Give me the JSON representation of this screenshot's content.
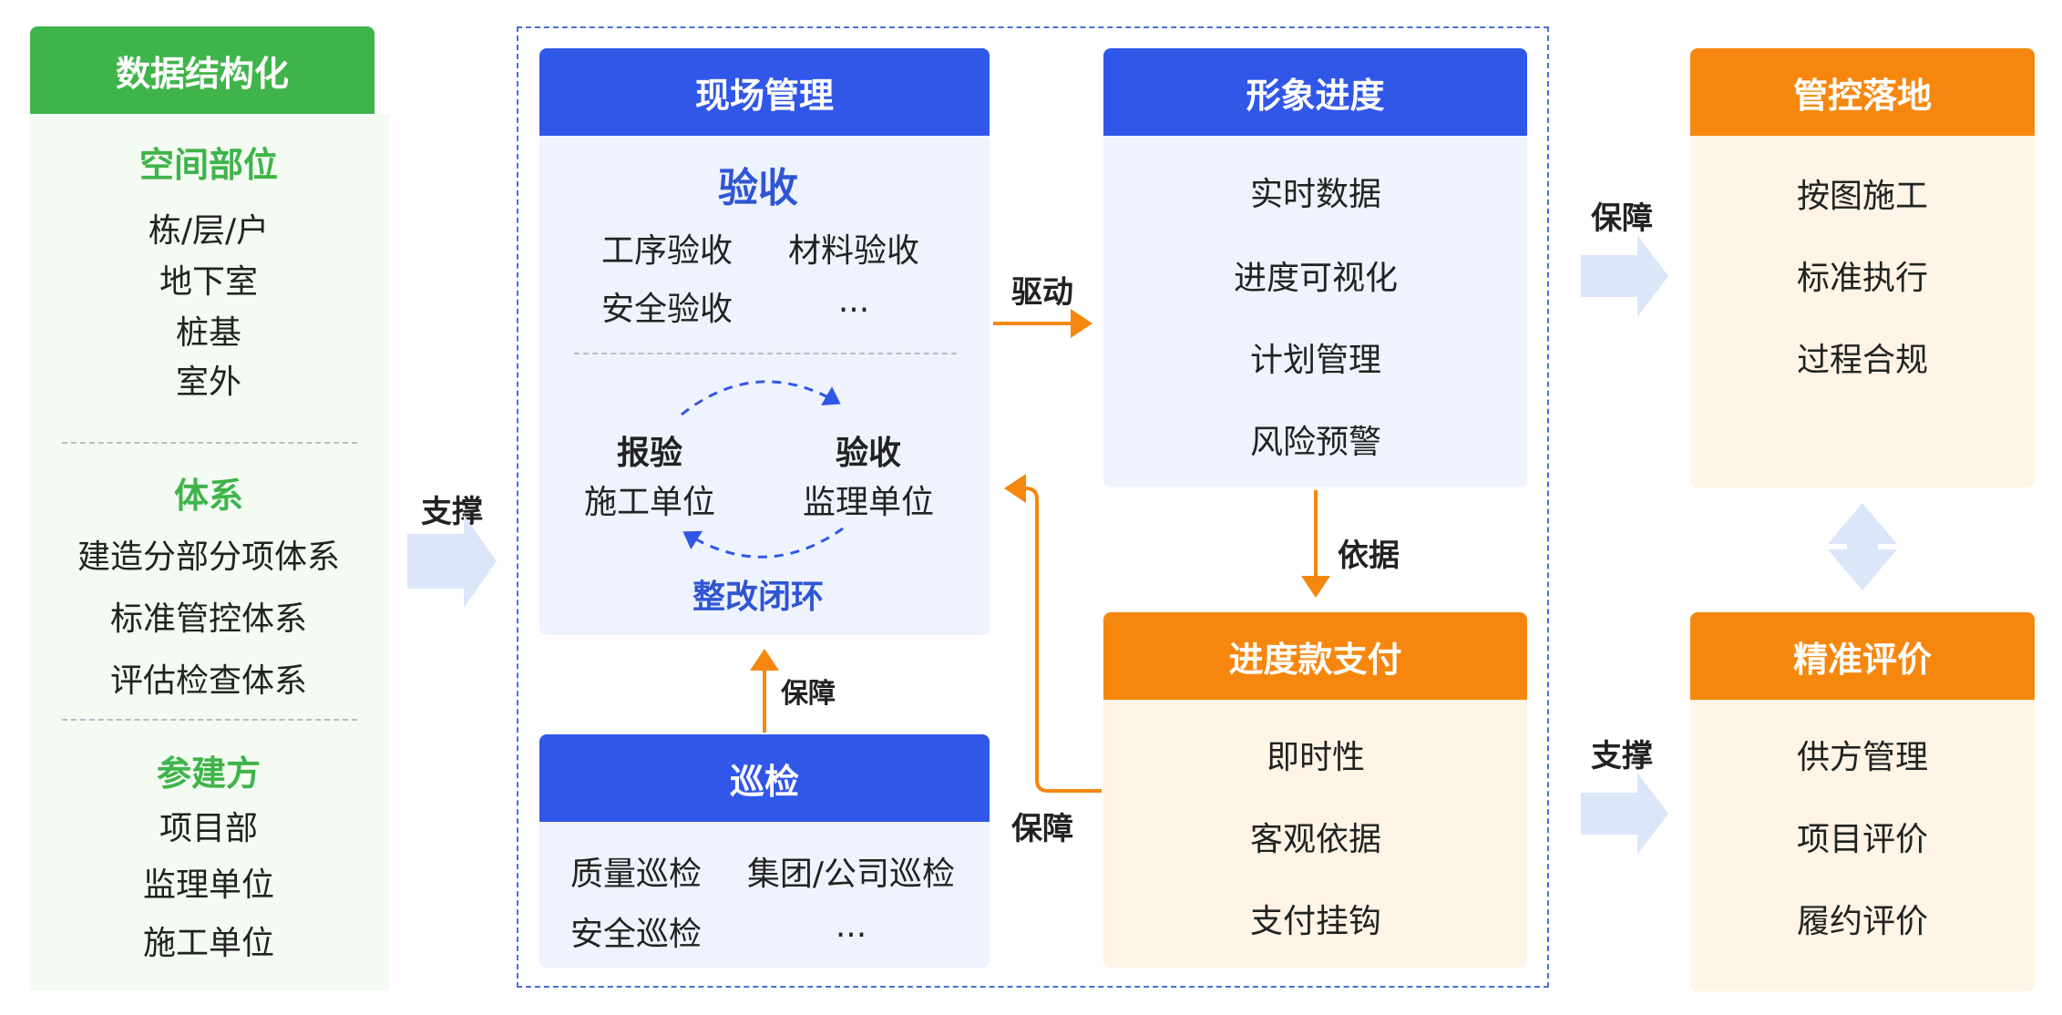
{
  "left": {
    "title": "数据结构化",
    "section1": {
      "title": "空间部位",
      "items": [
        "栋/层/户",
        "地下室",
        "桩基",
        "室外"
      ]
    },
    "section2": {
      "title": "体系",
      "items": [
        "建造分部分项体系",
        "标准管控体系",
        "评估检查体系"
      ]
    },
    "section3": {
      "title": "参建方",
      "items": [
        "项目部",
        "监理单位",
        "施工单位"
      ]
    }
  },
  "arrow_support_left": "支撑",
  "site": {
    "title": "现场管理",
    "acceptance_title": "验收",
    "acceptance_items": [
      "工序验收",
      "材料验收",
      "安全验收",
      "..."
    ],
    "report": {
      "label": "报验",
      "party": "施工单位"
    },
    "accept": {
      "label": "验收",
      "party": "监理单位"
    },
    "loop_label": "整改闭环"
  },
  "patrol": {
    "title": "巡检",
    "items": [
      "质量巡检",
      "集团/公司巡检",
      "安全巡检",
      "..."
    ]
  },
  "label_guarantee_patrol": "保障",
  "label_drive": "驱动",
  "label_guarantee_payment": "保障",
  "label_basis": "依据",
  "progress": {
    "title": "形象进度",
    "items": [
      "实时数据",
      "进度可视化",
      "计划管理",
      "风险预警"
    ]
  },
  "payment": {
    "title": "进度款支付",
    "items": [
      "即时性",
      "客观依据",
      "支付挂钩"
    ]
  },
  "label_guarantee_right": "保障",
  "label_support_right": "支撑",
  "control": {
    "title": "管控落地",
    "items": [
      "按图施工",
      "标准执行",
      "过程合规"
    ]
  },
  "evaluation": {
    "title": "精准评价",
    "items": [
      "供方管理",
      "项目评价",
      "履约评价"
    ]
  },
  "colors": {
    "green": "#3fb44a",
    "blue": "#3157e8",
    "orange": "#f5870f",
    "light_arrow": "#dce6f9",
    "dashed_border": "#4a6fe0"
  }
}
